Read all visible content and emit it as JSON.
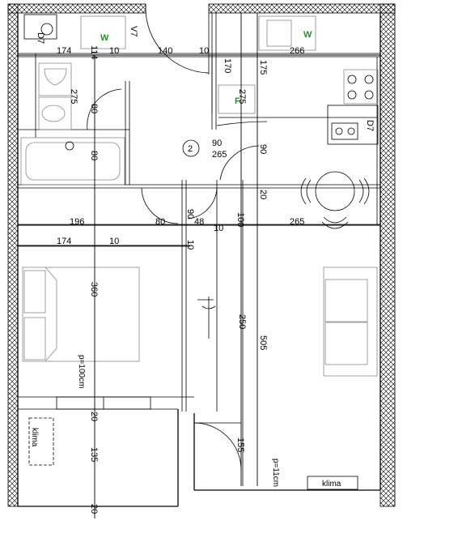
{
  "labels": {
    "d7_top": "D7",
    "w_bath": "W",
    "v7": "V7",
    "w_kitchen": "W",
    "d7_side": "D7",
    "f": "F",
    "room_number": "2",
    "pipe_left": "p=100cm",
    "pipe_right": "p=11cm",
    "klima_left": "klima",
    "klima_right": "klima"
  },
  "dimensions": {
    "d174_top": "174",
    "d114": "114",
    "d10_a": "10",
    "d140": "140",
    "d10_b": "10",
    "d266": "266",
    "d170": "170",
    "d175": "175",
    "d275_a": "275",
    "d275_b": "275",
    "d80_a": "80",
    "d80_b": "80",
    "d90_a": "90",
    "d265_a": "265",
    "d90_b": "90",
    "d20_a": "20",
    "d196": "196",
    "d80_c": "80",
    "d90_c": "90",
    "d48": "48",
    "d10_c": "10",
    "d100": "100",
    "d265_b": "265",
    "d174_mid": "174",
    "d10_d": "10",
    "d10_e": "10",
    "d360": "360",
    "d250": "250",
    "d505": "505",
    "d20_b": "20",
    "d135": "135",
    "d155": "155",
    "d20_c": "20"
  }
}
